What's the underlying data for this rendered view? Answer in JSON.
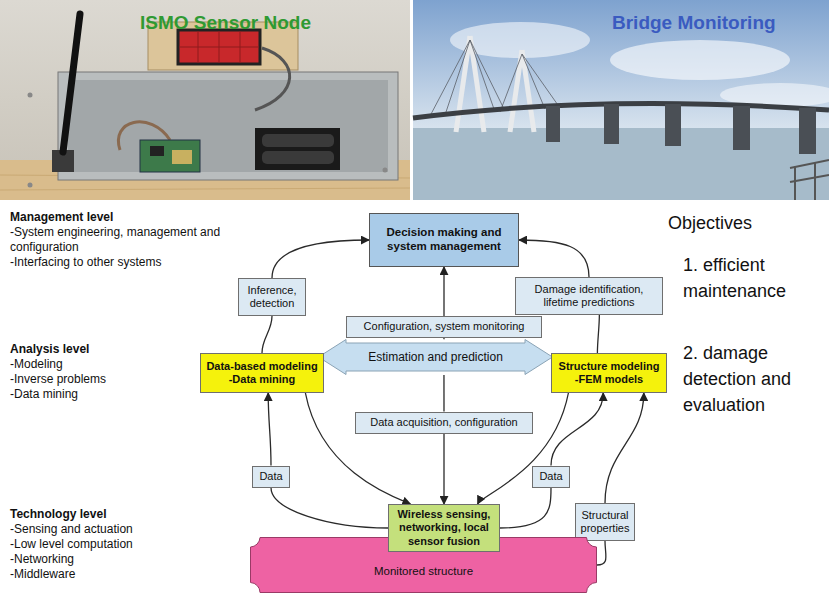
{
  "diagram": {
    "nodes": [
      {
        "text": [
          "Decision making and system management"
        ]
      },
      {
        "text": [
          "Inference, detection"
        ]
      },
      {
        "text": [
          "Damage identification, lifetime predictions"
        ]
      },
      {
        "text": [
          "Configuration, system monitoring"
        ]
      },
      {
        "text": [
          "Estimation and prediction"
        ]
      },
      {
        "text": [
          "Data-based modeling",
          "-Data mining"
        ]
      },
      {
        "text": [
          "Structure modeling",
          "-FEM models"
        ]
      },
      {
        "text": [
          "Data acquisition, configuration"
        ]
      },
      {
        "text": [
          "Data"
        ]
      },
      {
        "text": [
          "Data"
        ]
      },
      {
        "text": [
          "Wireless sensing, networking, local sensor fusion"
        ]
      },
      {
        "text": [
          "Structural properties"
        ]
      },
      {
        "text": [
          "Monitored structure"
        ]
      }
    ],
    "edges": [
      {
        "from": 10,
        "to": 8,
        "arrow": "none"
      },
      {
        "from": 8,
        "to": 5,
        "arrow": "to"
      },
      {
        "from": 5,
        "to": 1,
        "arrow": "none"
      },
      {
        "from": 1,
        "to": 0,
        "arrow": "to"
      },
      {
        "from": 10,
        "to": 9,
        "arrow": "none"
      },
      {
        "from": 9,
        "to": 6,
        "arrow": "to"
      },
      {
        "from": 6,
        "to": 2,
        "arrow": "none"
      },
      {
        "from": 2,
        "to": 0,
        "arrow": "to"
      },
      {
        "from": 12,
        "to": 11,
        "arrow": "none"
      },
      {
        "from": 11,
        "to": 6,
        "arrow": "to"
      },
      {
        "from": 5,
        "to": 10,
        "arrow": "to"
      },
      {
        "from": 6,
        "to": 10,
        "arrow": "to"
      },
      {
        "from": 7,
        "to": 10,
        "arrow": "to"
      },
      {
        "from": 7,
        "to": 4,
        "arrow": "none"
      },
      {
        "from": 4,
        "to": 3,
        "arrow": "none"
      },
      {
        "from": 3,
        "to": 0,
        "arrow": "to"
      }
    ],
    "labels": [
      "ISMO Sensor Node",
      "Bridge Monitoring",
      "Management level",
      "-System engineering, management and configuration",
      "-Interfacing to other systems",
      "Analysis level",
      "-Modeling",
      "-Inverse problems",
      "-Data mining",
      "Technology level",
      "-Sensing and actuation",
      "-Low level computation",
      "-Networking",
      "-Middleware",
      "Objectives",
      "1. efficient maintenance",
      "2. damage detection and evaluation"
    ]
  }
}
